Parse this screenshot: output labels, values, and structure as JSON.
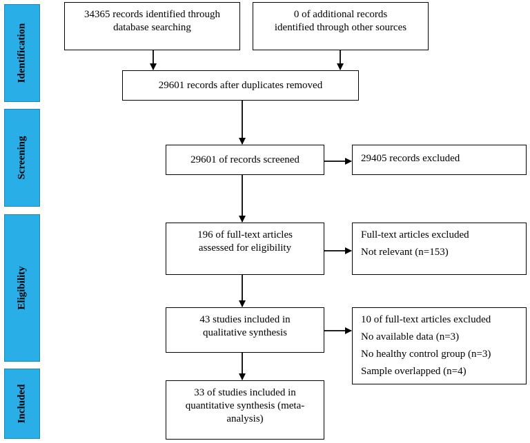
{
  "phases": {
    "identification": "Identification",
    "screening": "Screening",
    "eligibility": "Eligibility",
    "included": "Included"
  },
  "boxes": {
    "db_search": [
      "34365 records identified through",
      "database searching"
    ],
    "other_sources": [
      "0 of additional records",
      "identified through other sources"
    ],
    "after_duplicates": [
      "29601 records after duplicates removed"
    ],
    "screened": [
      "29601 of records screened"
    ],
    "screened_excluded": [
      "29405 records excluded"
    ],
    "fulltext_assessed": [
      "196 of full-text articles",
      "assessed for eligibility"
    ],
    "fulltext_excluded": [
      "Full-text articles excluded",
      "Not relevant (n=153)"
    ],
    "qualitative": [
      "43 studies included in",
      "qualitative synthesis"
    ],
    "qualitative_excluded": [
      "10 of full-text articles excluded",
      "No available data (n=3)",
      "No healthy control group (n=3)",
      "Sample overlapped (n=4)"
    ],
    "quantitative": [
      "33 of studies included in",
      "quantitative synthesis (meta-",
      "analysis)"
    ]
  }
}
